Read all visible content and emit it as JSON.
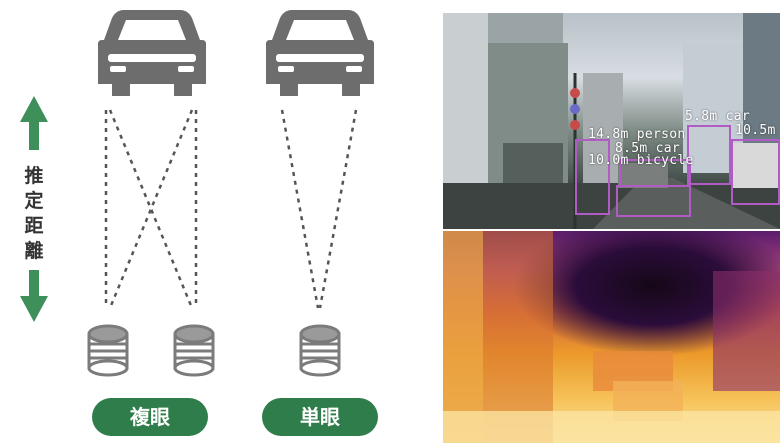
{
  "diagram": {
    "distance_label": [
      "推",
      "定",
      "距",
      "離"
    ],
    "stereo_label": "複眼",
    "mono_label": "単眼",
    "colors": {
      "arrow": "#3f8f5a",
      "pill": "#2f7d4a",
      "car": "#6d6d6d",
      "camera": "#8a8a8a"
    }
  },
  "detections": [
    {
      "text": "5.8m car"
    },
    {
      "text": "14.8m person"
    },
    {
      "text": "10.5m"
    },
    {
      "text": "8.5m car"
    },
    {
      "text": "10.0m bicycle"
    }
  ]
}
